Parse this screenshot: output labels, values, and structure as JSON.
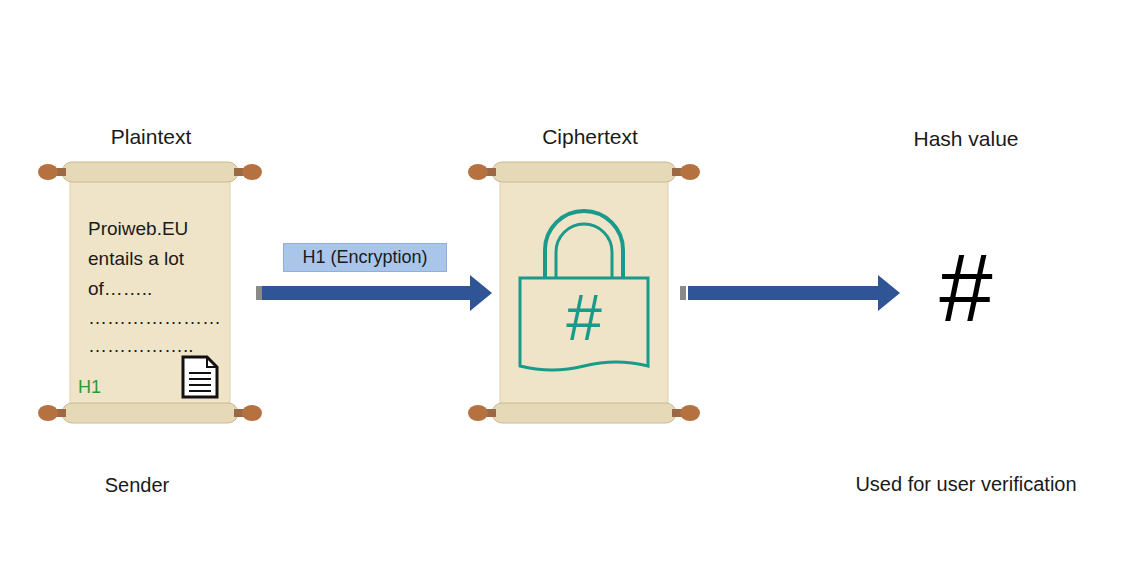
{
  "diagram": {
    "nodes": [
      {
        "text": [
          "Plaintext",
          "Proiweb.EU entails a lot of……..",
          "…………………",
          "……………..",
          "H1"
        ]
      },
      {
        "text": [
          "Ciphertext",
          "#"
        ]
      },
      {
        "text": [
          "Hash value",
          "#"
        ]
      }
    ],
    "edges": [
      {
        "from": 0,
        "to": 1,
        "arrow": "to",
        "label": "H1 (Encryption)"
      },
      {
        "from": 1,
        "to": 2,
        "arrow": "to"
      }
    ],
    "labels": [
      "Sender",
      "Used for user verification"
    ]
  }
}
